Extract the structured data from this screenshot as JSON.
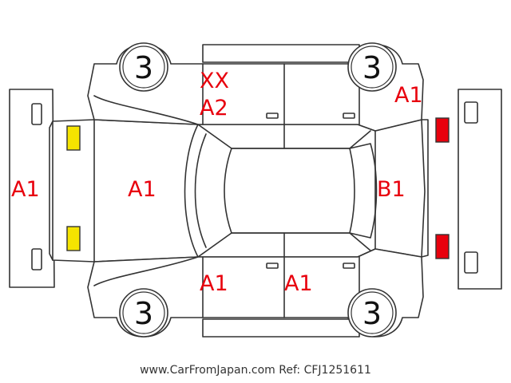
{
  "colors": {
    "marking_text": "#e8000d",
    "front_lamp": "#f5e400",
    "rear_lamp": "#e8000d"
  },
  "wheels": [
    {
      "id": "front-left",
      "label": "3"
    },
    {
      "id": "rear-left",
      "label": "3"
    },
    {
      "id": "front-right",
      "label": "3"
    },
    {
      "id": "rear-right",
      "label": "3"
    }
  ],
  "markings": {
    "front_bumper": "A1",
    "hood": "A1",
    "windshield_top": "XX",
    "windshield_bottom": "A2",
    "rear_left_fender": "A1",
    "trunk": "B1",
    "front_right_door": "A1",
    "rear_right_door": "A1"
  },
  "footer": "www.CarFromJapan.com Ref: CFJ1251611"
}
